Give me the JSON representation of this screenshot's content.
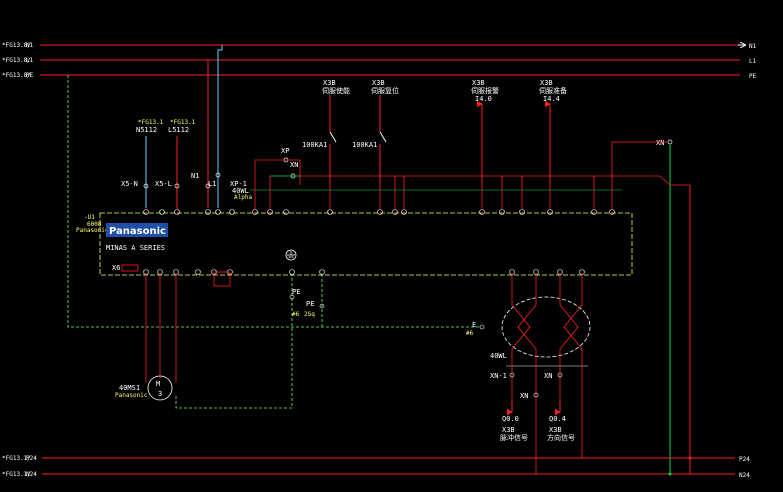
{
  "rails": {
    "top": [
      {
        "ref": "*FG13.8/",
        "name": "N1"
      },
      {
        "ref": "*FG13.8/",
        "name": "L1"
      },
      {
        "ref": "*FG13.8/",
        "name": "PE"
      }
    ],
    "top_right": [
      "N1",
      "L1",
      "PE"
    ],
    "bottom": [
      {
        "ref": "*FG13.1/",
        "name": "P24"
      },
      {
        "ref": "*FG13.1/",
        "name": "N24"
      }
    ],
    "bottom_right": [
      "P24",
      "N24"
    ]
  },
  "drive": {
    "tag": "-U1",
    "tag_sub": "6008",
    "tag_maker": "Panasonic",
    "brand": "Panasonic",
    "series": "MINAS A SERIES",
    "x6": "X6"
  },
  "feeds": [
    {
      "ref": "*FG13.1",
      "name": "N5112"
    },
    {
      "ref": "*FG13.1",
      "name": "L5112"
    }
  ],
  "terminals": {
    "x5n": "X5-N",
    "x5l": "X5-L",
    "n1": "N1",
    "l1": "L1",
    "xp1": "XP-1",
    "wl_tag": "40WL",
    "wl_sub": "Alpha",
    "xp": "XP",
    "xn": "XN",
    "xn_right": "XN"
  },
  "relays": [
    "100KA1",
    "100KA1"
  ],
  "signals_top": [
    {
      "label": "X3B",
      "text": "伺服使能",
      "addr": ""
    },
    {
      "label": "X3B",
      "text": "伺服复位",
      "addr": ""
    },
    {
      "label": "X3B",
      "text": "伺服报警",
      "addr": "I4.0"
    },
    {
      "label": "X3B",
      "text": "伺服准备",
      "addr": "I4.4"
    }
  ],
  "motor": {
    "tag": "40MS1",
    "maker": "Panasonic",
    "symbol": "M",
    "phase": "3"
  },
  "pe": {
    "pe1": "PE",
    "pe1_sub": "#6",
    "pe2": "PE",
    "pe2_sub": "2Sq",
    "e_tag": "E",
    "e_sub": "#6"
  },
  "encoder": {
    "tag": "40WL",
    "xn1": "XN-1",
    "xn2": "XN",
    "xn3": "XN"
  },
  "signals_bottom": [
    {
      "addr": "Q0.0",
      "label": "X3B",
      "text": "脉冲信号"
    },
    {
      "addr": "Q0.4",
      "label": "X3B",
      "text": "方向信号"
    }
  ],
  "colors": {
    "rail": "#ff2020",
    "cyan": "#66ccff",
    "green": "#00dd33",
    "drive": "#ffff66",
    "pe": "#66ff66",
    "text": "#ffffff"
  }
}
